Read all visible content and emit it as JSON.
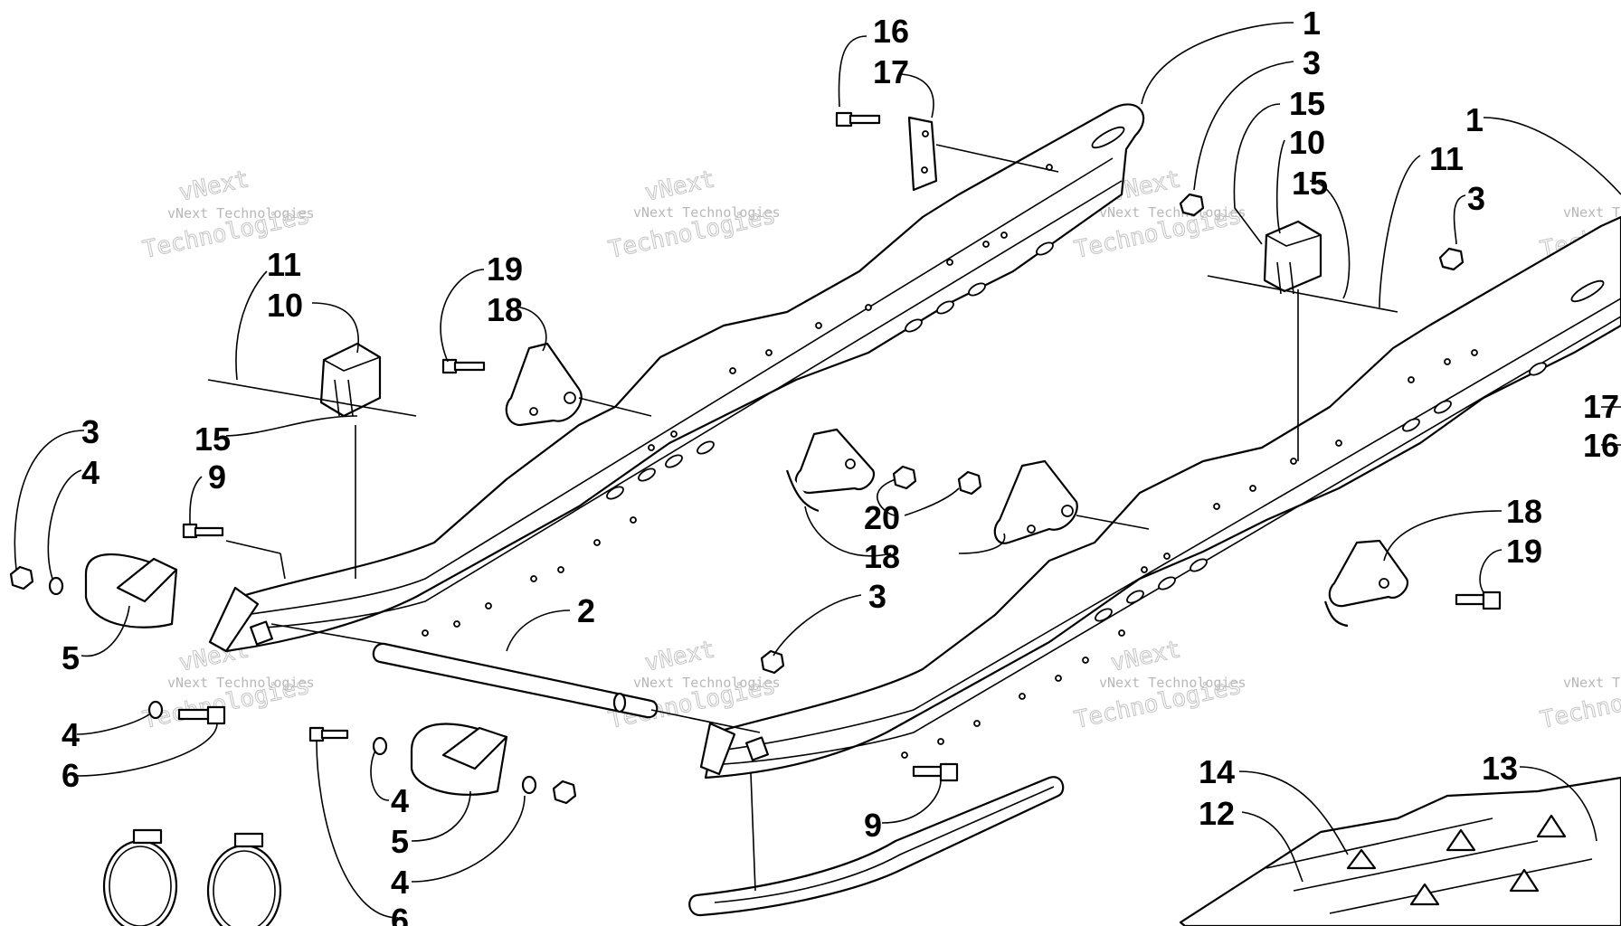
{
  "watermark": {
    "line1": "vNext Technologies",
    "line2": "vNext",
    "line3": "Technologies"
  },
  "callouts": [
    {
      "label": "16"
    },
    {
      "label": "17"
    },
    {
      "label": "1"
    },
    {
      "label": "3"
    },
    {
      "label": "15"
    },
    {
      "label": "10"
    },
    {
      "label": "15"
    },
    {
      "label": "1"
    },
    {
      "label": "11"
    },
    {
      "label": "3"
    },
    {
      "label": "11"
    },
    {
      "label": "10"
    },
    {
      "label": "19"
    },
    {
      "label": "18"
    },
    {
      "label": "3"
    },
    {
      "label": "4"
    },
    {
      "label": "15"
    },
    {
      "label": "9"
    },
    {
      "label": "17"
    },
    {
      "label": "16"
    },
    {
      "label": "20"
    },
    {
      "label": "18"
    },
    {
      "label": "18"
    },
    {
      "label": "19"
    },
    {
      "label": "2"
    },
    {
      "label": "3"
    },
    {
      "label": "5"
    },
    {
      "label": "4"
    },
    {
      "label": "6"
    },
    {
      "label": "4"
    },
    {
      "label": "5"
    },
    {
      "label": "4"
    },
    {
      "label": "6"
    },
    {
      "label": "9"
    },
    {
      "label": "14"
    },
    {
      "label": "12"
    },
    {
      "label": "13"
    }
  ]
}
